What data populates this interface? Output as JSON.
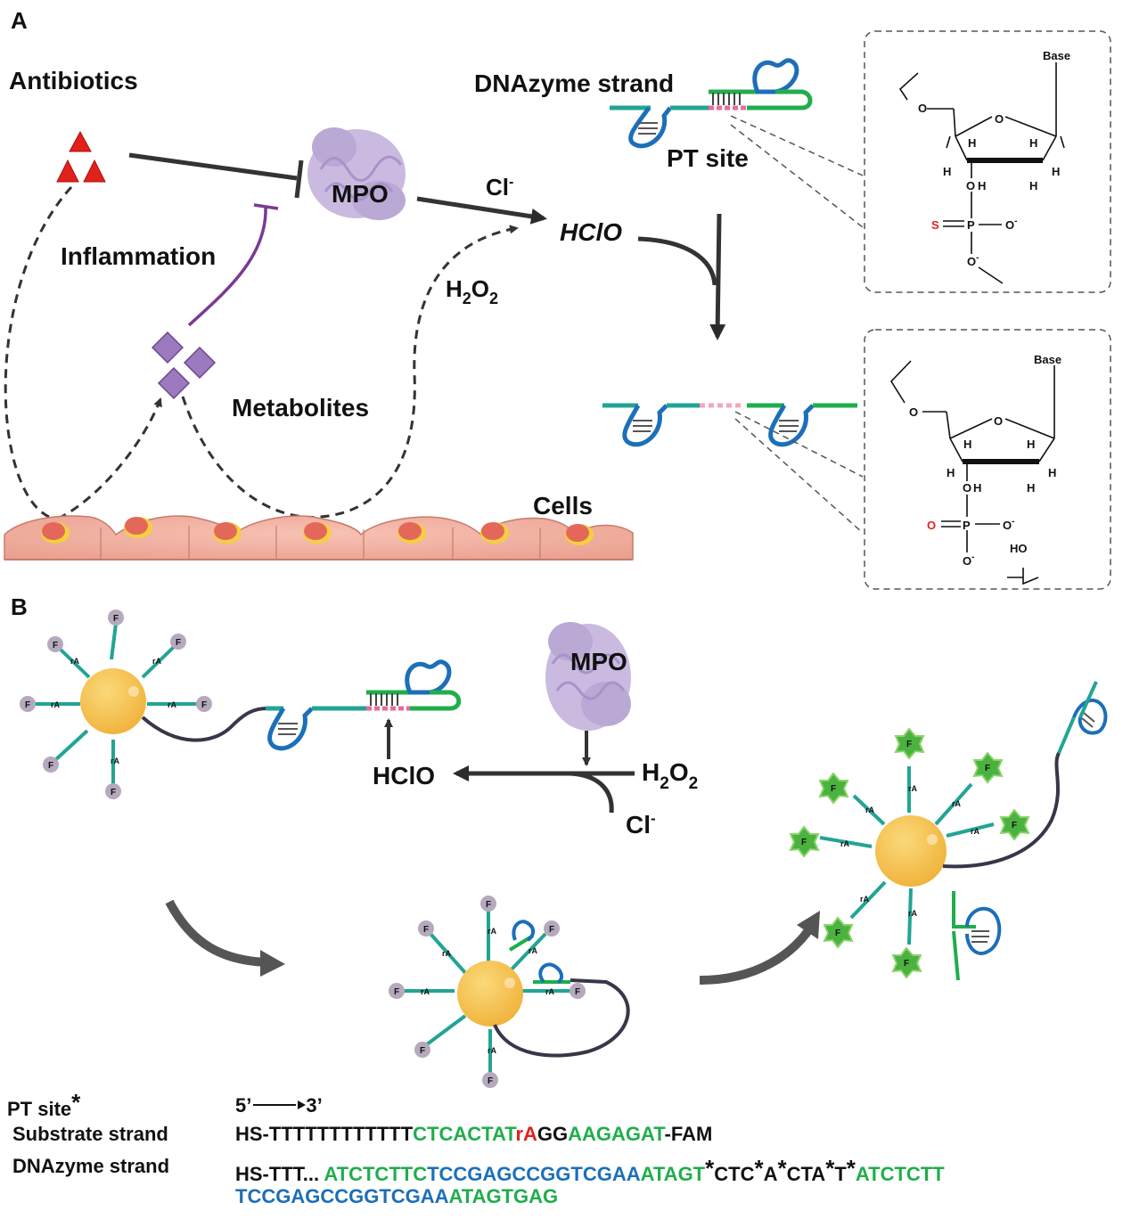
{
  "panelA": {
    "letter": "A",
    "antibiotics": "Antibiotics",
    "inflammation": "Inflammation",
    "metabolites": "Metabolites",
    "cells": "Cells",
    "mpo": "MPO",
    "cl": "Cl",
    "cl_sup": "-",
    "hclo": "HClO",
    "h2o2_h": "H",
    "h2o2_2a": "2",
    "h2o2_o": "O",
    "h2o2_2b": "2",
    "dnazyme_strand": "DNAzyme strand",
    "pt_site": "PT site",
    "struct_top": {
      "base": "Base",
      "o_ring": "O",
      "h": "H",
      "s": "S",
      "p": "P",
      "o": "O",
      "minus": "-"
    },
    "struct_bottom": {
      "base": "Base",
      "o_ring": "O",
      "h": "H",
      "o_red": "O",
      "p": "P",
      "o": "O",
      "minus": "-",
      "ho": "HO"
    }
  },
  "panelB": {
    "letter": "B",
    "mpo": "MPO",
    "hclo": "HClO",
    "h2o2_h": "H",
    "h2o2_2a": "2",
    "h2o2_o": "O",
    "h2o2_2b": "2",
    "cl": "Cl",
    "cl_sup": "-",
    "f": "F",
    "ra": "rA"
  },
  "sequences": {
    "pt_site": "PT site",
    "pt_star": "*",
    "direction": "5’",
    "direction_end": "3’",
    "substrate_label": "Substrate strand",
    "substrate_parts": [
      "HS-TTTTTTTTTTTT",
      "CTCACTAT",
      "rA",
      "GG",
      "AAGAGAT",
      "-FAM"
    ],
    "dnazyme_label": "DNAzyme strand",
    "dnazyme_line1": [
      "HS-TTT... ",
      "ATCTCTTC",
      "TCCGAGCCGGTCGAA",
      "ATAGT",
      "*",
      "CTC",
      "*",
      "A",
      "*",
      "CTA",
      "*",
      "T",
      "*",
      "ATCTCTT"
    ],
    "dnazyme_line2": [
      "TCCGAGCCGGTCGAA",
      "ATAGTGAG"
    ]
  },
  "colors": {
    "teal": "#22a495",
    "green": "#1fae4b",
    "blue": "#1c6fb8",
    "red": "#e0211c",
    "purple": "#7a3a95",
    "gold": "#f5bf4f",
    "gray": "#444444"
  }
}
